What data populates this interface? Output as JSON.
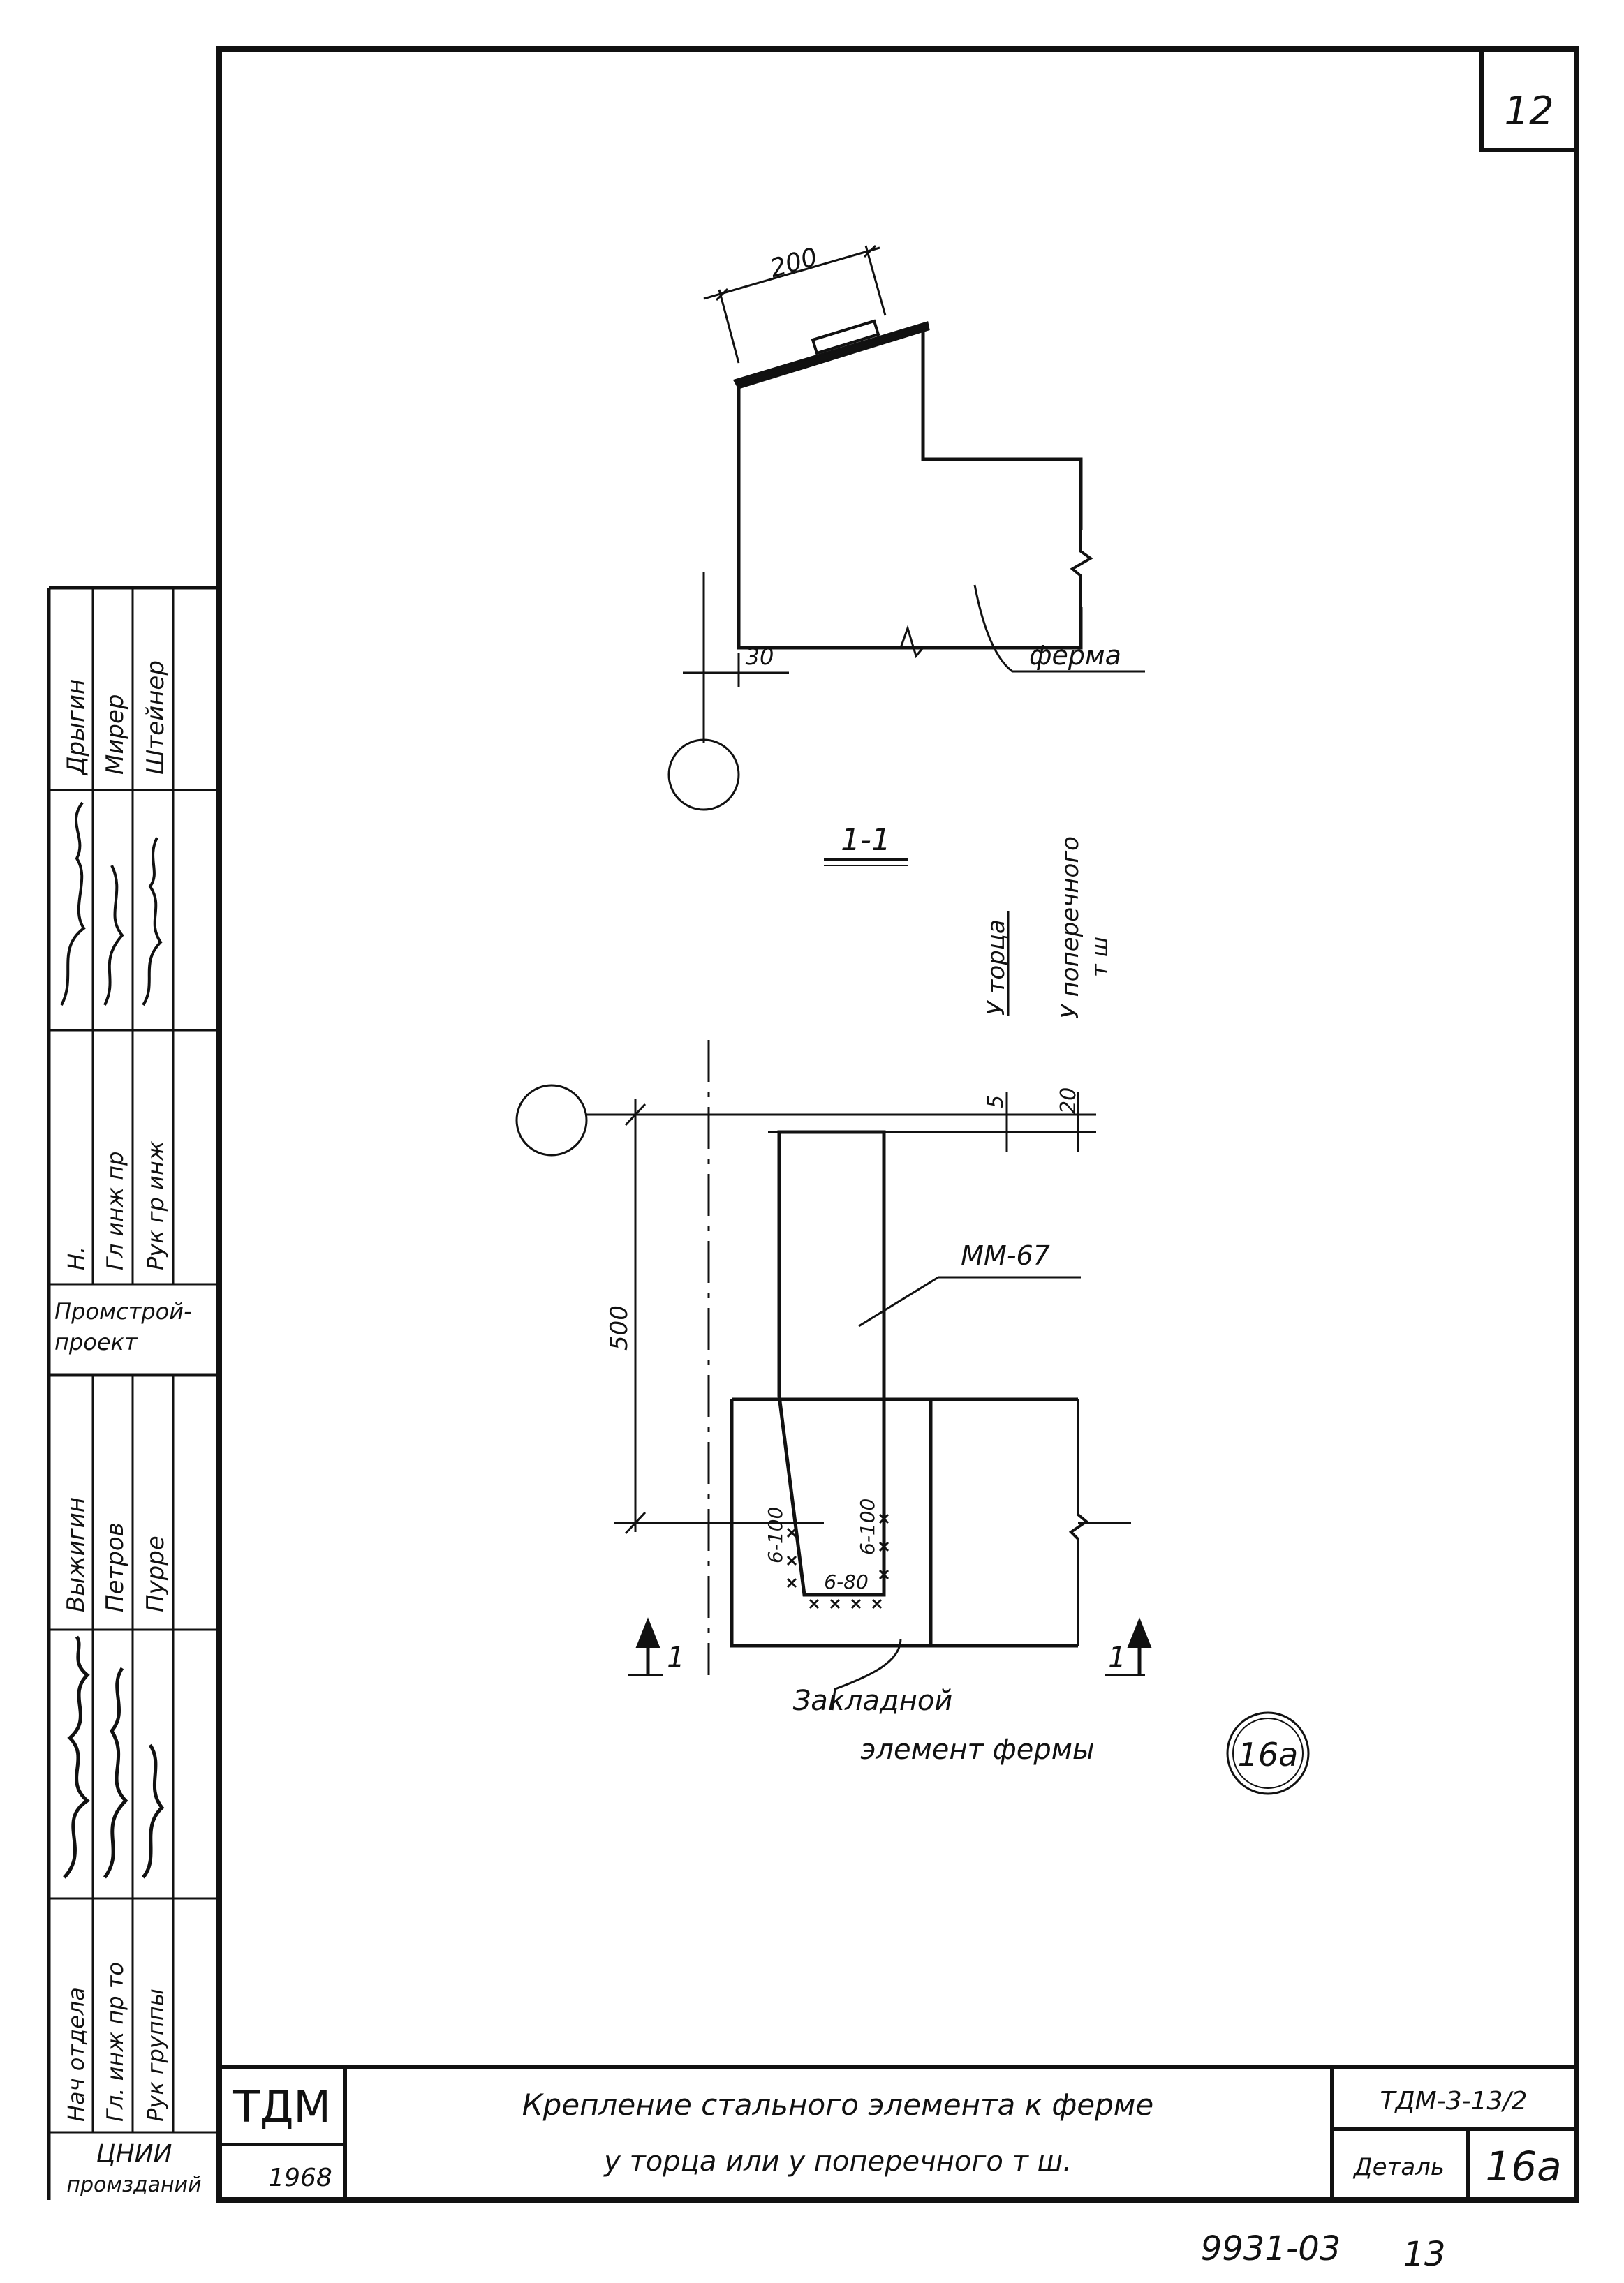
{
  "sheet": {
    "number": "12",
    "bottom_code": "9931-03",
    "bottom_page": "13"
  },
  "top_view": {
    "dim_200": "200",
    "dim_30": "30",
    "label_ferma": "ферма"
  },
  "section": {
    "title": "1-1",
    "col1_label": "У торца",
    "col2_label_line1": "У поперечного",
    "col2_label_line2": "т ш",
    "dim_5": "5",
    "dim_20": "20",
    "dim_500": "500",
    "label_mm67": "ММ-67",
    "weld_left": "6-100",
    "weld_right": "6-100",
    "weld_bottom": "6-80",
    "cut_mark_left": "1",
    "cut_mark_right": "1",
    "embedded_line1": "Закладной",
    "embedded_line2": "элемент фермы",
    "detail_circle": "16а"
  },
  "title_block": {
    "logo": "ТДМ",
    "year": "1968",
    "title_line1": "Крепление стального элемента  к ферме",
    "title_line2": "у торца или у поперечного т ш.",
    "doc_code": "ТДМ-3-13/2",
    "detail_label": "Деталь",
    "detail_value": "16а"
  },
  "left_stamp": {
    "upper_roles": [
      "Н.",
      "Гл инж пр",
      "Рук гр инж"
    ],
    "upper_names": [
      "Дрыгин",
      "Мирер",
      "Штейнер"
    ],
    "upper_org_line1": "Промстрой-",
    "upper_org_line2": "проект",
    "lower_roles": [
      "Нач отдела",
      "Гл. инж пр то",
      "Рук группы"
    ],
    "lower_names": [
      "Выжигин",
      "Петров",
      "Пурре"
    ],
    "lower_org_line1": "ЦНИИ",
    "lower_org_line2": "промзданий"
  }
}
